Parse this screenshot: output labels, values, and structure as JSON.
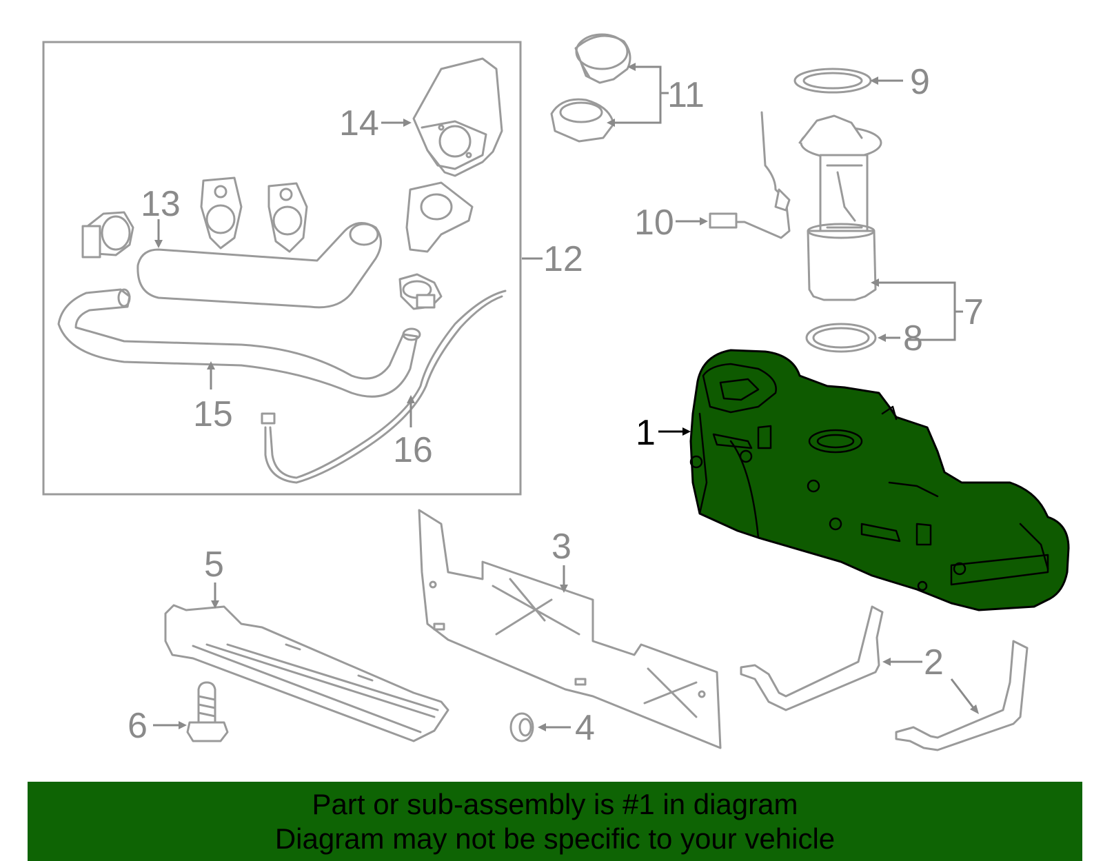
{
  "colors": {
    "highlight": "#0e5a00",
    "banner_background": "#0e6404",
    "part_outline": "#9a9a9a",
    "callout_text": "#8a8a8a",
    "main_callout_text": "#000000"
  },
  "callouts": {
    "c1": "1",
    "c2": "2",
    "c3": "3",
    "c4": "4",
    "c5": "5",
    "c6": "6",
    "c7": "7",
    "c8": "8",
    "c9": "9",
    "c10": "10",
    "c11": "11",
    "c12": "12",
    "c13": "13",
    "c14": "14",
    "c15": "15",
    "c16": "16"
  },
  "highlighted_part": "1",
  "banner": {
    "line1": "Part or sub-assembly is #1 in diagram",
    "line2": "Diagram may not be specific to your vehicle"
  }
}
